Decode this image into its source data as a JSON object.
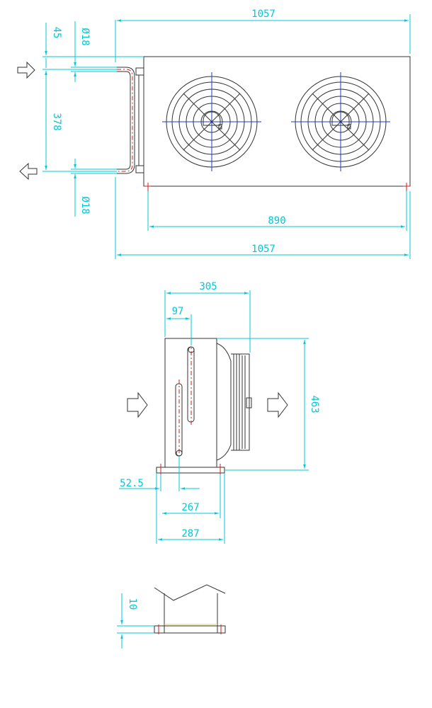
{
  "colors": {
    "dimension": "#00c8d8",
    "outline": "#333333",
    "centerline": "#d02020",
    "fan_axis": "#1a3cc8"
  },
  "top_view": {
    "overall_width_top": "1057",
    "overall_width_bottom": "1057",
    "foot_spacing": "890",
    "top_offset": "45",
    "pipe_spacing": "378",
    "pipe_diameter_top": "Ø18",
    "pipe_diameter_bottom": "Ø18",
    "fans": [
      "fan-left",
      "fan-right"
    ]
  },
  "side_view": {
    "total_depth": "305",
    "inlet_offset": "97",
    "height": "463",
    "pipe_offset": "52.5",
    "foot_inner": "267",
    "foot_outer": "287"
  },
  "detail_view": {
    "foot_thickness": "10"
  }
}
